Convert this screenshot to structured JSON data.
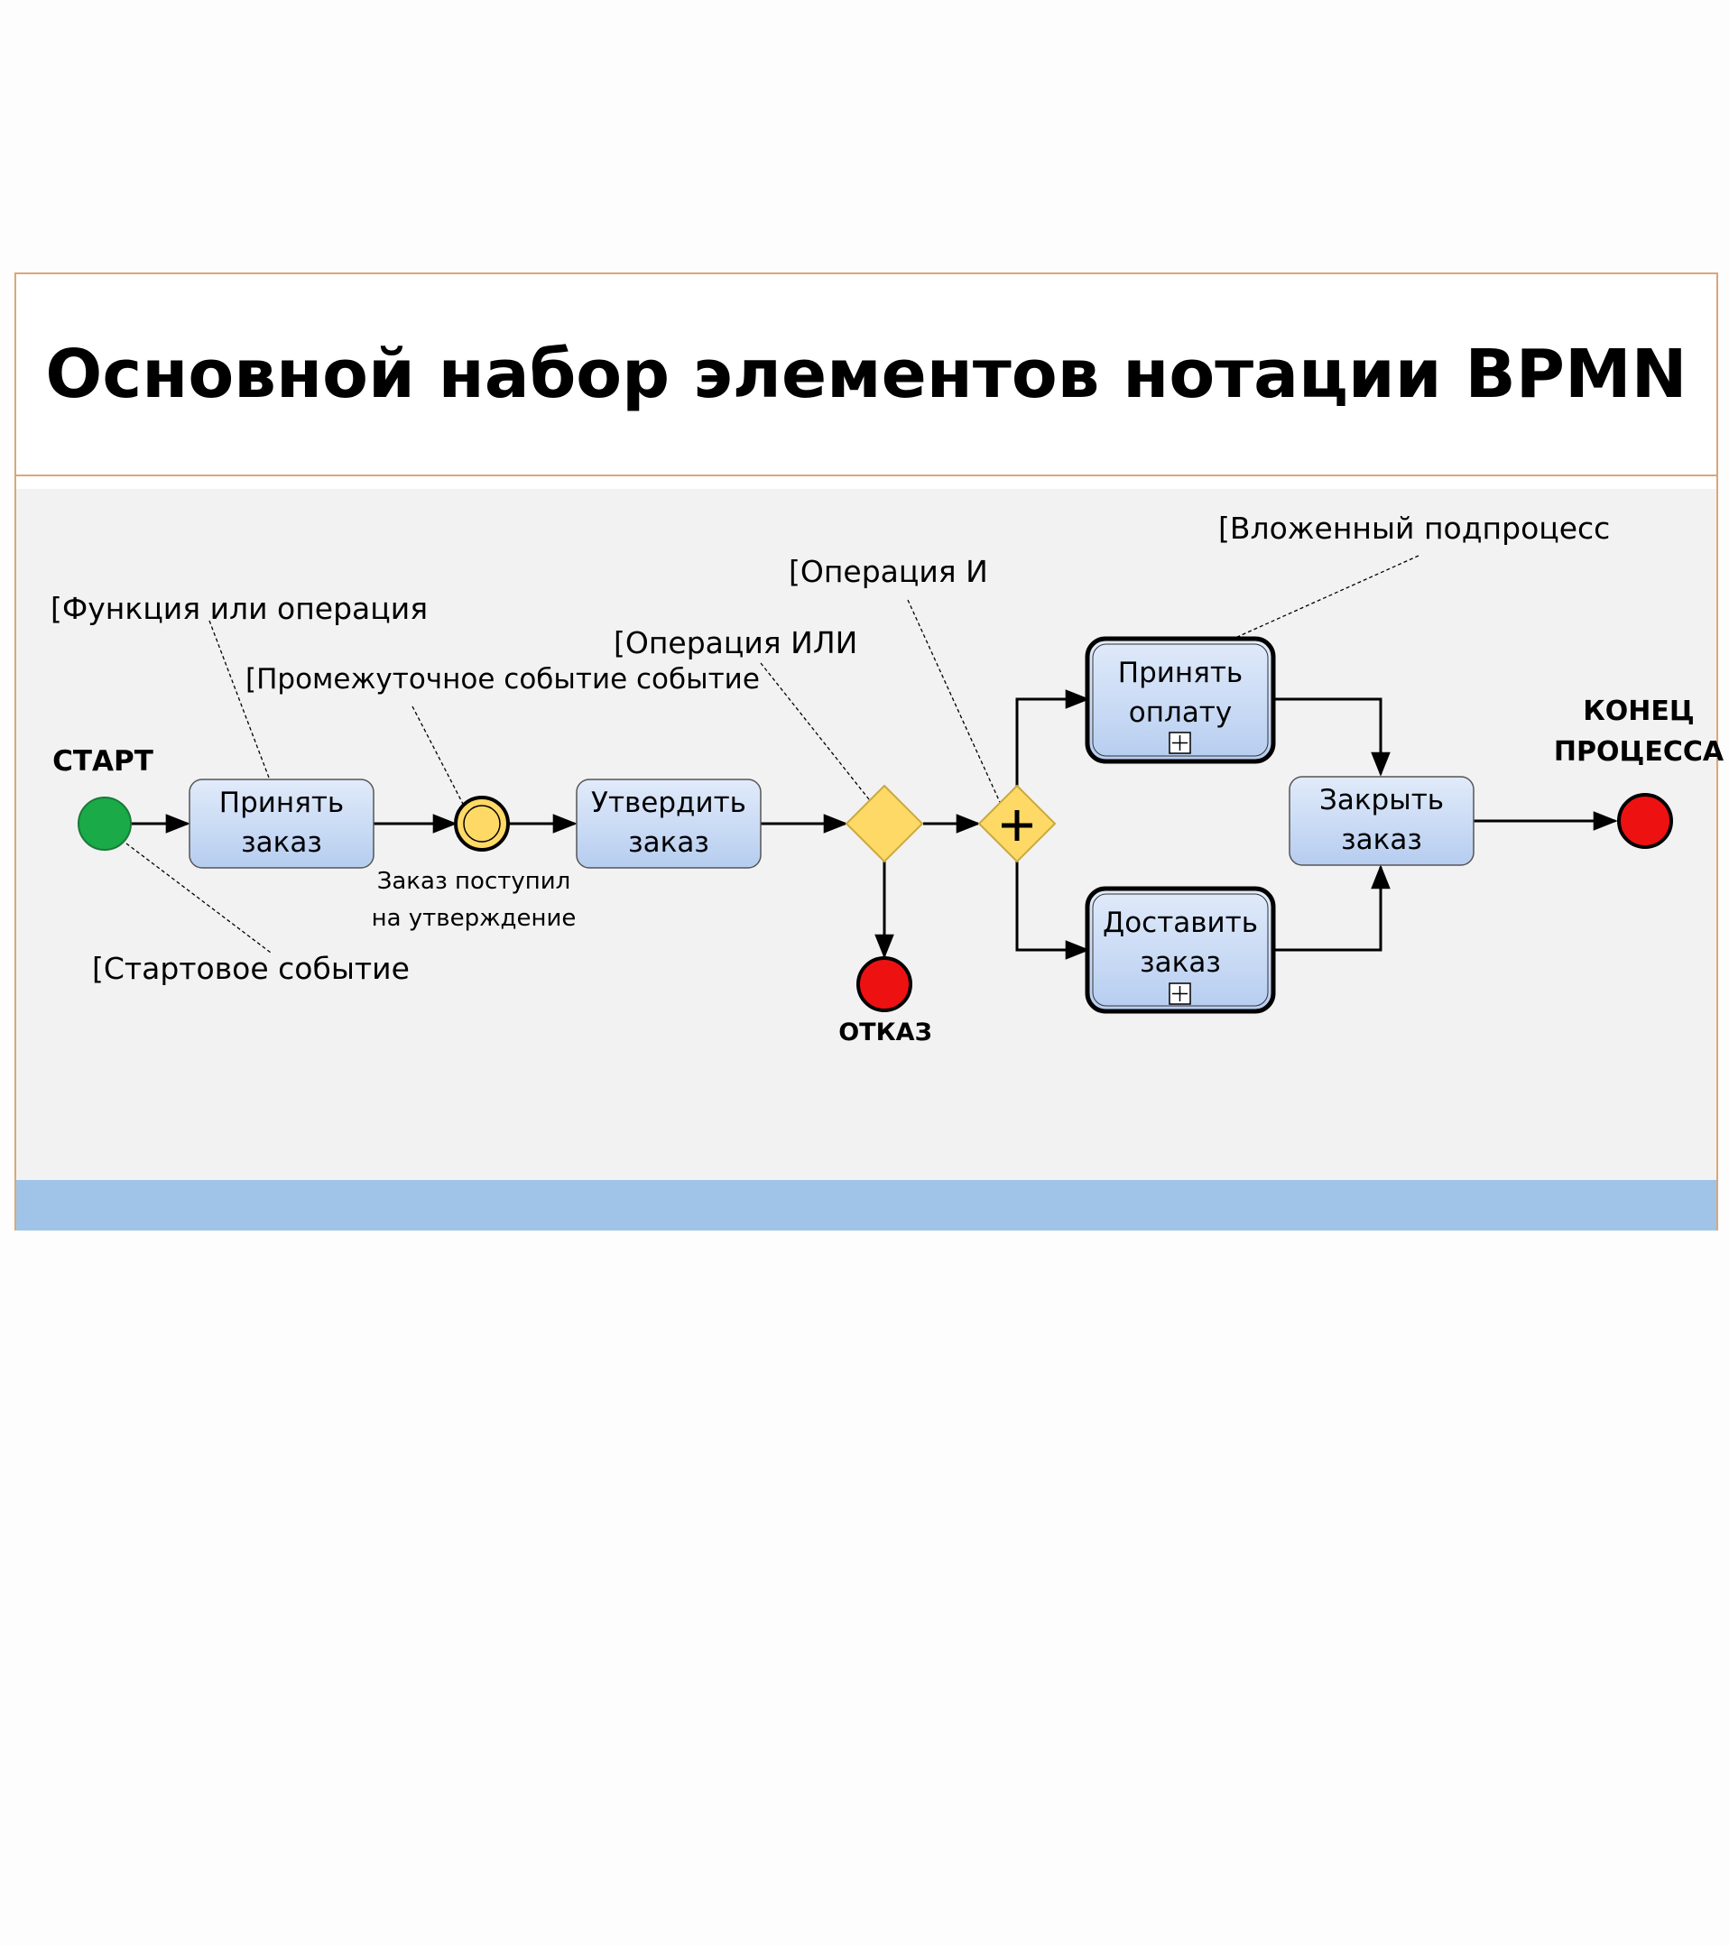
{
  "title": "Основной набор элементов нотации BPMN",
  "events": {
    "start_label": "СТАРТ",
    "end_label_line1": "КОНЕЦ",
    "end_label_line2": "ПРОЦЕССА",
    "reject_label": "ОТКАЗ",
    "intermediate_caption_line1": "Заказ поступил",
    "intermediate_caption_line2": "на утверждение"
  },
  "tasks": {
    "accept_order": [
      "Принять",
      "заказ"
    ],
    "approve_order": [
      "Утвердить",
      "заказ"
    ],
    "accept_payment": [
      "Принять",
      "оплату"
    ],
    "deliver_order": [
      "Доставить",
      "заказ"
    ],
    "close_order": [
      "Закрыть",
      "заказ"
    ]
  },
  "annotations": {
    "function": "[Функция или операция",
    "intermediate": "[Промежуточное событие событие",
    "or_gateway": "[Операция ИЛИ",
    "and_gateway": "[Операция И",
    "subprocess": "[Вложенный подпроцесс",
    "start_event": "[Стартовое событие"
  },
  "colors": {
    "start": "#1aaa48",
    "end": "#ee1111",
    "gateway": "#ffd966",
    "task_top": "#dbe7f8",
    "task_bottom": "#b8cff0",
    "border": "#d9a777",
    "panel": "#f2f2f2",
    "footer": "#a0c4e8"
  }
}
